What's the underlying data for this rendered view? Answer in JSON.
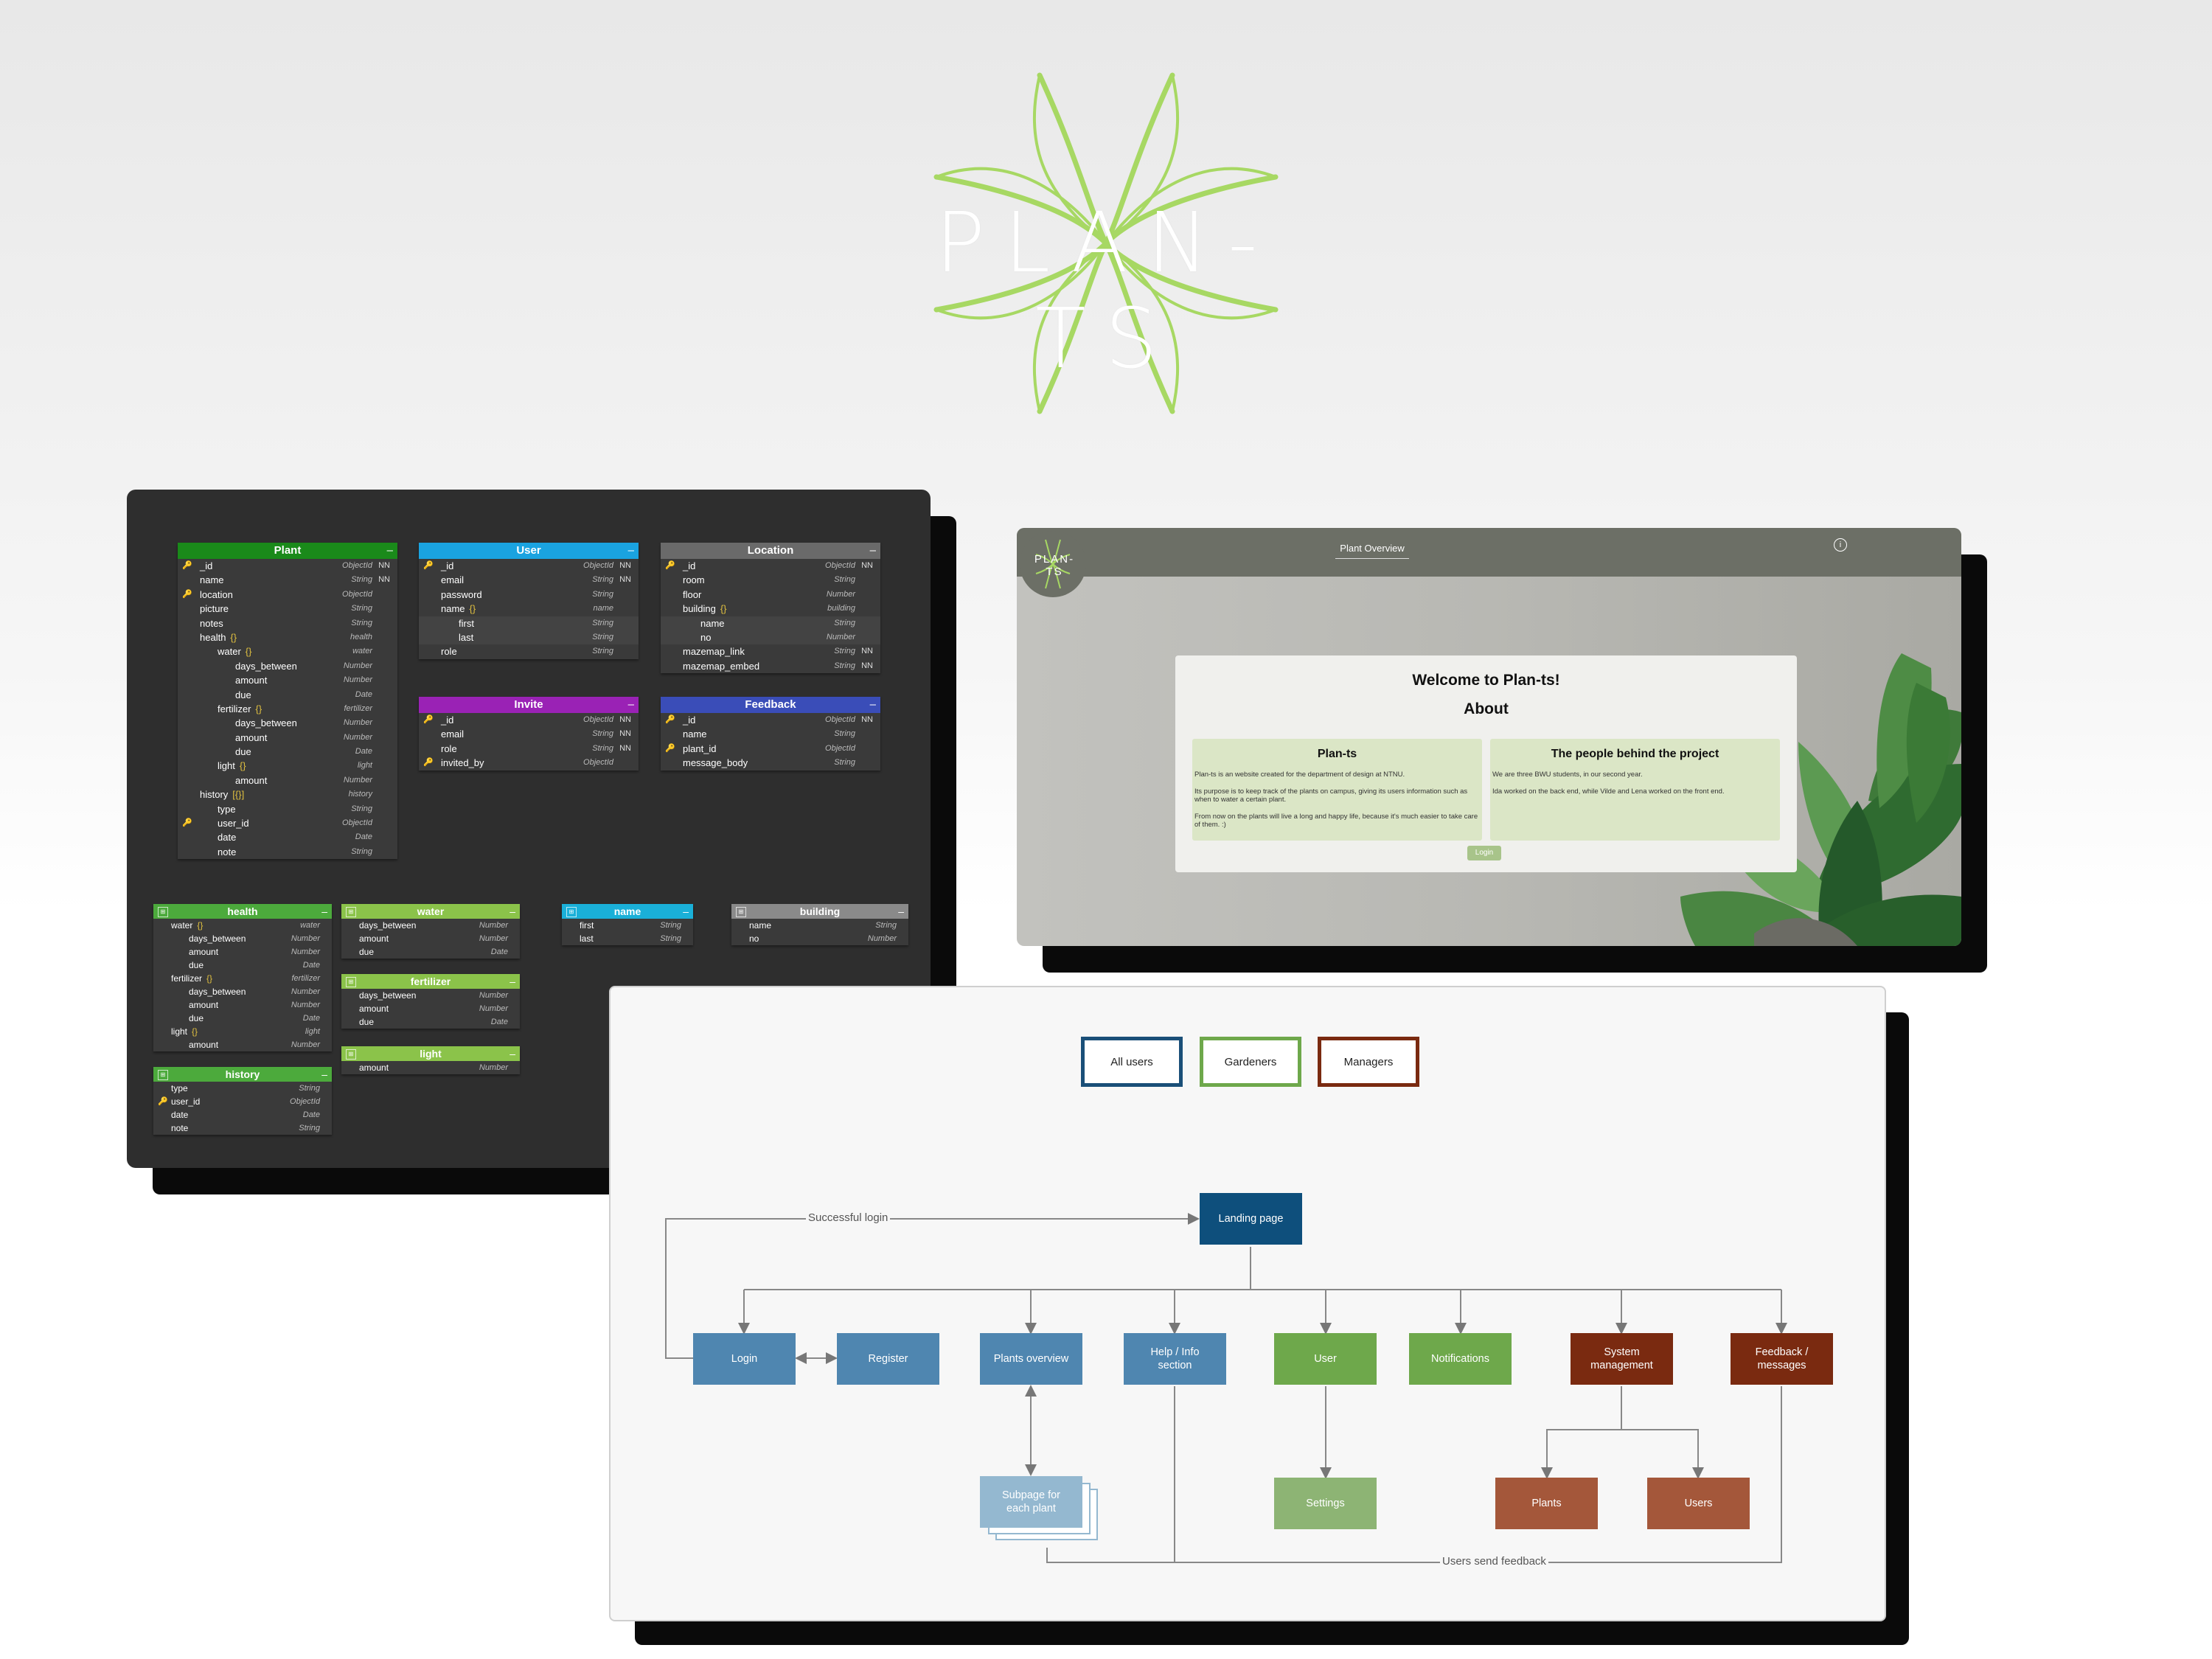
{
  "logo": {
    "text": "PLAN-TS",
    "color": "#a7d863"
  },
  "db_schema": {
    "tables": [
      {
        "name": "Plant",
        "color": "#1a8a1a",
        "rows": [
          {
            "field": "_id",
            "type": "ObjectId",
            "nn": "NN"
          },
          {
            "field": "name",
            "type": "String",
            "nn": "NN"
          },
          {
            "field": "location",
            "type": "ObjectId",
            "nn": ""
          },
          {
            "field": "picture",
            "type": "String",
            "nn": ""
          },
          {
            "field": "notes",
            "type": "String",
            "nn": ""
          },
          {
            "field": "health",
            "type": "health",
            "nn": ""
          },
          {
            "field": "water",
            "type": "water",
            "nn": ""
          },
          {
            "field": "days_between",
            "type": "Number",
            "nn": ""
          },
          {
            "field": "amount",
            "type": "Number",
            "nn": ""
          },
          {
            "field": "due",
            "type": "Date",
            "nn": ""
          },
          {
            "field": "fertilizer",
            "type": "fertilizer",
            "nn": ""
          },
          {
            "field": "days_between",
            "type": "Number",
            "nn": ""
          },
          {
            "field": "amount",
            "type": "Number",
            "nn": ""
          },
          {
            "field": "due",
            "type": "Date",
            "nn": ""
          },
          {
            "field": "light",
            "type": "light",
            "nn": ""
          },
          {
            "field": "amount",
            "type": "Number",
            "nn": ""
          },
          {
            "field": "history",
            "type": "history",
            "nn": ""
          },
          {
            "field": "type",
            "type": "String",
            "nn": ""
          },
          {
            "field": "user_id",
            "type": "ObjectId",
            "nn": ""
          },
          {
            "field": "date",
            "type": "Date",
            "nn": ""
          },
          {
            "field": "note",
            "type": "String",
            "nn": ""
          }
        ]
      },
      {
        "name": "User",
        "color": "#1aa3e0",
        "rows": [
          {
            "field": "_id",
            "type": "ObjectId",
            "nn": "NN"
          },
          {
            "field": "email",
            "type": "String",
            "nn": "NN"
          },
          {
            "field": "password",
            "type": "String",
            "nn": ""
          },
          {
            "field": "name",
            "type": "name",
            "nn": ""
          },
          {
            "field": "first",
            "type": "String",
            "nn": ""
          },
          {
            "field": "last",
            "type": "String",
            "nn": ""
          },
          {
            "field": "role",
            "type": "String",
            "nn": ""
          }
        ]
      },
      {
        "name": "Location",
        "color": "#6a6a6a",
        "rows": [
          {
            "field": "_id",
            "type": "ObjectId",
            "nn": "NN"
          },
          {
            "field": "room",
            "type": "String",
            "nn": ""
          },
          {
            "field": "floor",
            "type": "Number",
            "nn": ""
          },
          {
            "field": "building",
            "type": "building",
            "nn": ""
          },
          {
            "field": "name",
            "type": "String",
            "nn": ""
          },
          {
            "field": "no",
            "type": "Number",
            "nn": ""
          },
          {
            "field": "mazemap_link",
            "type": "String",
            "nn": "NN"
          },
          {
            "field": "mazemap_embed",
            "type": "String",
            "nn": "NN"
          }
        ]
      },
      {
        "name": "Invite",
        "color": "#9a22b5",
        "rows": [
          {
            "field": "_id",
            "type": "ObjectId",
            "nn": "NN"
          },
          {
            "field": "email",
            "type": "String",
            "nn": "NN"
          },
          {
            "field": "role",
            "type": "String",
            "nn": "NN"
          },
          {
            "field": "invited_by",
            "type": "ObjectId",
            "nn": ""
          }
        ]
      },
      {
        "name": "Feedback",
        "color": "#3a4db8",
        "rows": [
          {
            "field": "_id",
            "type": "ObjectId",
            "nn": "NN"
          },
          {
            "field": "name",
            "type": "String",
            "nn": ""
          },
          {
            "field": "plant_id",
            "type": "ObjectId",
            "nn": ""
          },
          {
            "field": "message_body",
            "type": "String",
            "nn": ""
          }
        ]
      },
      {
        "name": "health",
        "color": "#4caa3c",
        "rows": [
          {
            "field": "water",
            "type": "water"
          },
          {
            "field": "days_between",
            "type": "Number"
          },
          {
            "field": "amount",
            "type": "Number"
          },
          {
            "field": "due",
            "type": "Date"
          },
          {
            "field": "fertilizer",
            "type": "fertilizer"
          },
          {
            "field": "days_between",
            "type": "Number"
          },
          {
            "field": "amount",
            "type": "Number"
          },
          {
            "field": "due",
            "type": "Date"
          },
          {
            "field": "light",
            "type": "light"
          },
          {
            "field": "amount",
            "type": "Number"
          }
        ]
      },
      {
        "name": "water",
        "color": "#8bc34a",
        "rows": [
          {
            "field": "days_between",
            "type": "Number"
          },
          {
            "field": "amount",
            "type": "Number"
          },
          {
            "field": "due",
            "type": "Date"
          }
        ]
      },
      {
        "name": "fertilizer",
        "color": "#8bc34a",
        "rows": [
          {
            "field": "days_between",
            "type": "Number"
          },
          {
            "field": "amount",
            "type": "Number"
          },
          {
            "field": "due",
            "type": "Date"
          }
        ]
      },
      {
        "name": "light",
        "color": "#8bc34a",
        "rows": [
          {
            "field": "amount",
            "type": "Number"
          }
        ]
      },
      {
        "name": "history",
        "color": "#4caa3c",
        "rows": [
          {
            "field": "type",
            "type": "String"
          },
          {
            "field": "user_id",
            "type": "ObjectId"
          },
          {
            "field": "date",
            "type": "Date"
          },
          {
            "field": "note",
            "type": "String"
          }
        ]
      },
      {
        "name": "name",
        "color": "#1ab0d8",
        "rows": [
          {
            "field": "first",
            "type": "String"
          },
          {
            "field": "last",
            "type": "String"
          }
        ]
      },
      {
        "name": "building",
        "color": "#8a8a8a",
        "rows": [
          {
            "field": "name",
            "type": "String"
          },
          {
            "field": "no",
            "type": "Number"
          }
        ]
      }
    ]
  },
  "website": {
    "logo_text": "PLAN-TS",
    "nav_link": "Plant Overview",
    "info_icon": "i",
    "welcome": "Welcome to Plan-ts!",
    "about": "About",
    "box1": {
      "title": "Plan-ts",
      "p1": "Plan-ts is an website created for the department of design at NTNU.",
      "p2": "Its purpose is to keep track of the plants on campus, giving its users information such as when to water a certain plant.",
      "p3": "From now on the plants will live a long and happy life, because it's much easier to take care of them. :)"
    },
    "box2": {
      "title": "The people behind the project",
      "p1": "We are three BWU students, in our second year.",
      "p2": "Ida worked on the back end, while Vilde and Lena worked on the front end."
    },
    "login_button": "Login"
  },
  "flowchart": {
    "legend": {
      "all_users": "All users",
      "gardeners": "Gardeners",
      "managers": "Managers"
    },
    "colors": {
      "blue": "#4f86b0",
      "dark_blue": "#0e4f7c",
      "green": "#6ea84b",
      "light_green": "#8db474",
      "dark_red": "#7a2a10",
      "brown": "#a4573a",
      "light_blue": "#94b8d0"
    },
    "nodes": {
      "landing": "Landing page",
      "login": "Login",
      "register": "Register",
      "plants_overview": "Plants overview",
      "help": "Help / Info section",
      "user": "User",
      "notifications": "Notifications",
      "system": "System management",
      "feedback": "Feedback / messages",
      "subpage": "Subpage for each plant",
      "settings": "Settings",
      "plants": "Plants",
      "users": "Users"
    },
    "edge_labels": {
      "successful_login": "Successful login",
      "users_send_feedback": "Users send feedback"
    }
  }
}
